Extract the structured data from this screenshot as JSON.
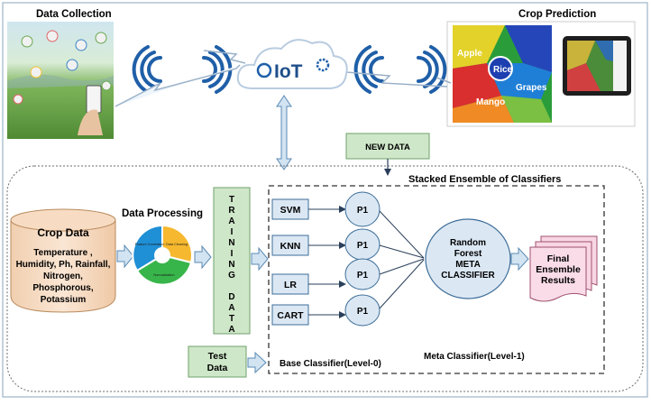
{
  "top": {
    "data_collection_title": "Data Collection",
    "crop_prediction_title": "Crop Prediction",
    "iot_label": "IoT",
    "crop_labels": [
      "Apple",
      "Rice",
      "Grapes",
      "Mango"
    ]
  },
  "new_data_label": "NEW DATA",
  "ensemble_title": "Stacked Ensemble of Classifiers",
  "crop_data": {
    "title": "Crop Data",
    "lines": [
      "Temperature ,",
      "Humidity, Ph, Rainfall,",
      "Nitrogen,",
      "Phosphorous,",
      "Potassium"
    ]
  },
  "data_processing": {
    "title": "Data Processing",
    "segments": [
      "Feature Correlation",
      "Data Cleaning",
      "Normalization"
    ]
  },
  "training_data": {
    "letters": [
      "T",
      "R",
      "A",
      "I",
      "N",
      "I",
      "N",
      "G",
      "",
      "D",
      "A",
      "T",
      "A"
    ]
  },
  "test_data": {
    "line1": "Test",
    "line2": "Data"
  },
  "classifiers": [
    "SVM",
    "KNN",
    "LR",
    "CART"
  ],
  "prediction_label": "P1",
  "meta_classifier": {
    "lines": [
      "Random",
      "Forest",
      "META",
      "CLASSIFIER"
    ]
  },
  "final": {
    "lines": [
      "Final",
      "Ensemble",
      "Results"
    ]
  },
  "base_classifier_label": "Base Classifier(Level-0)",
  "meta_level_label": "Meta Classifier(Level-1)",
  "colors": {
    "green_box": "#cfe7c9",
    "green_border": "#6fa26a",
    "blue_box": "#dbe8f4",
    "blue_border": "#3d6d98",
    "crop_cylinder": "#f6dcc4",
    "final_pink": "#f8d6e3"
  }
}
